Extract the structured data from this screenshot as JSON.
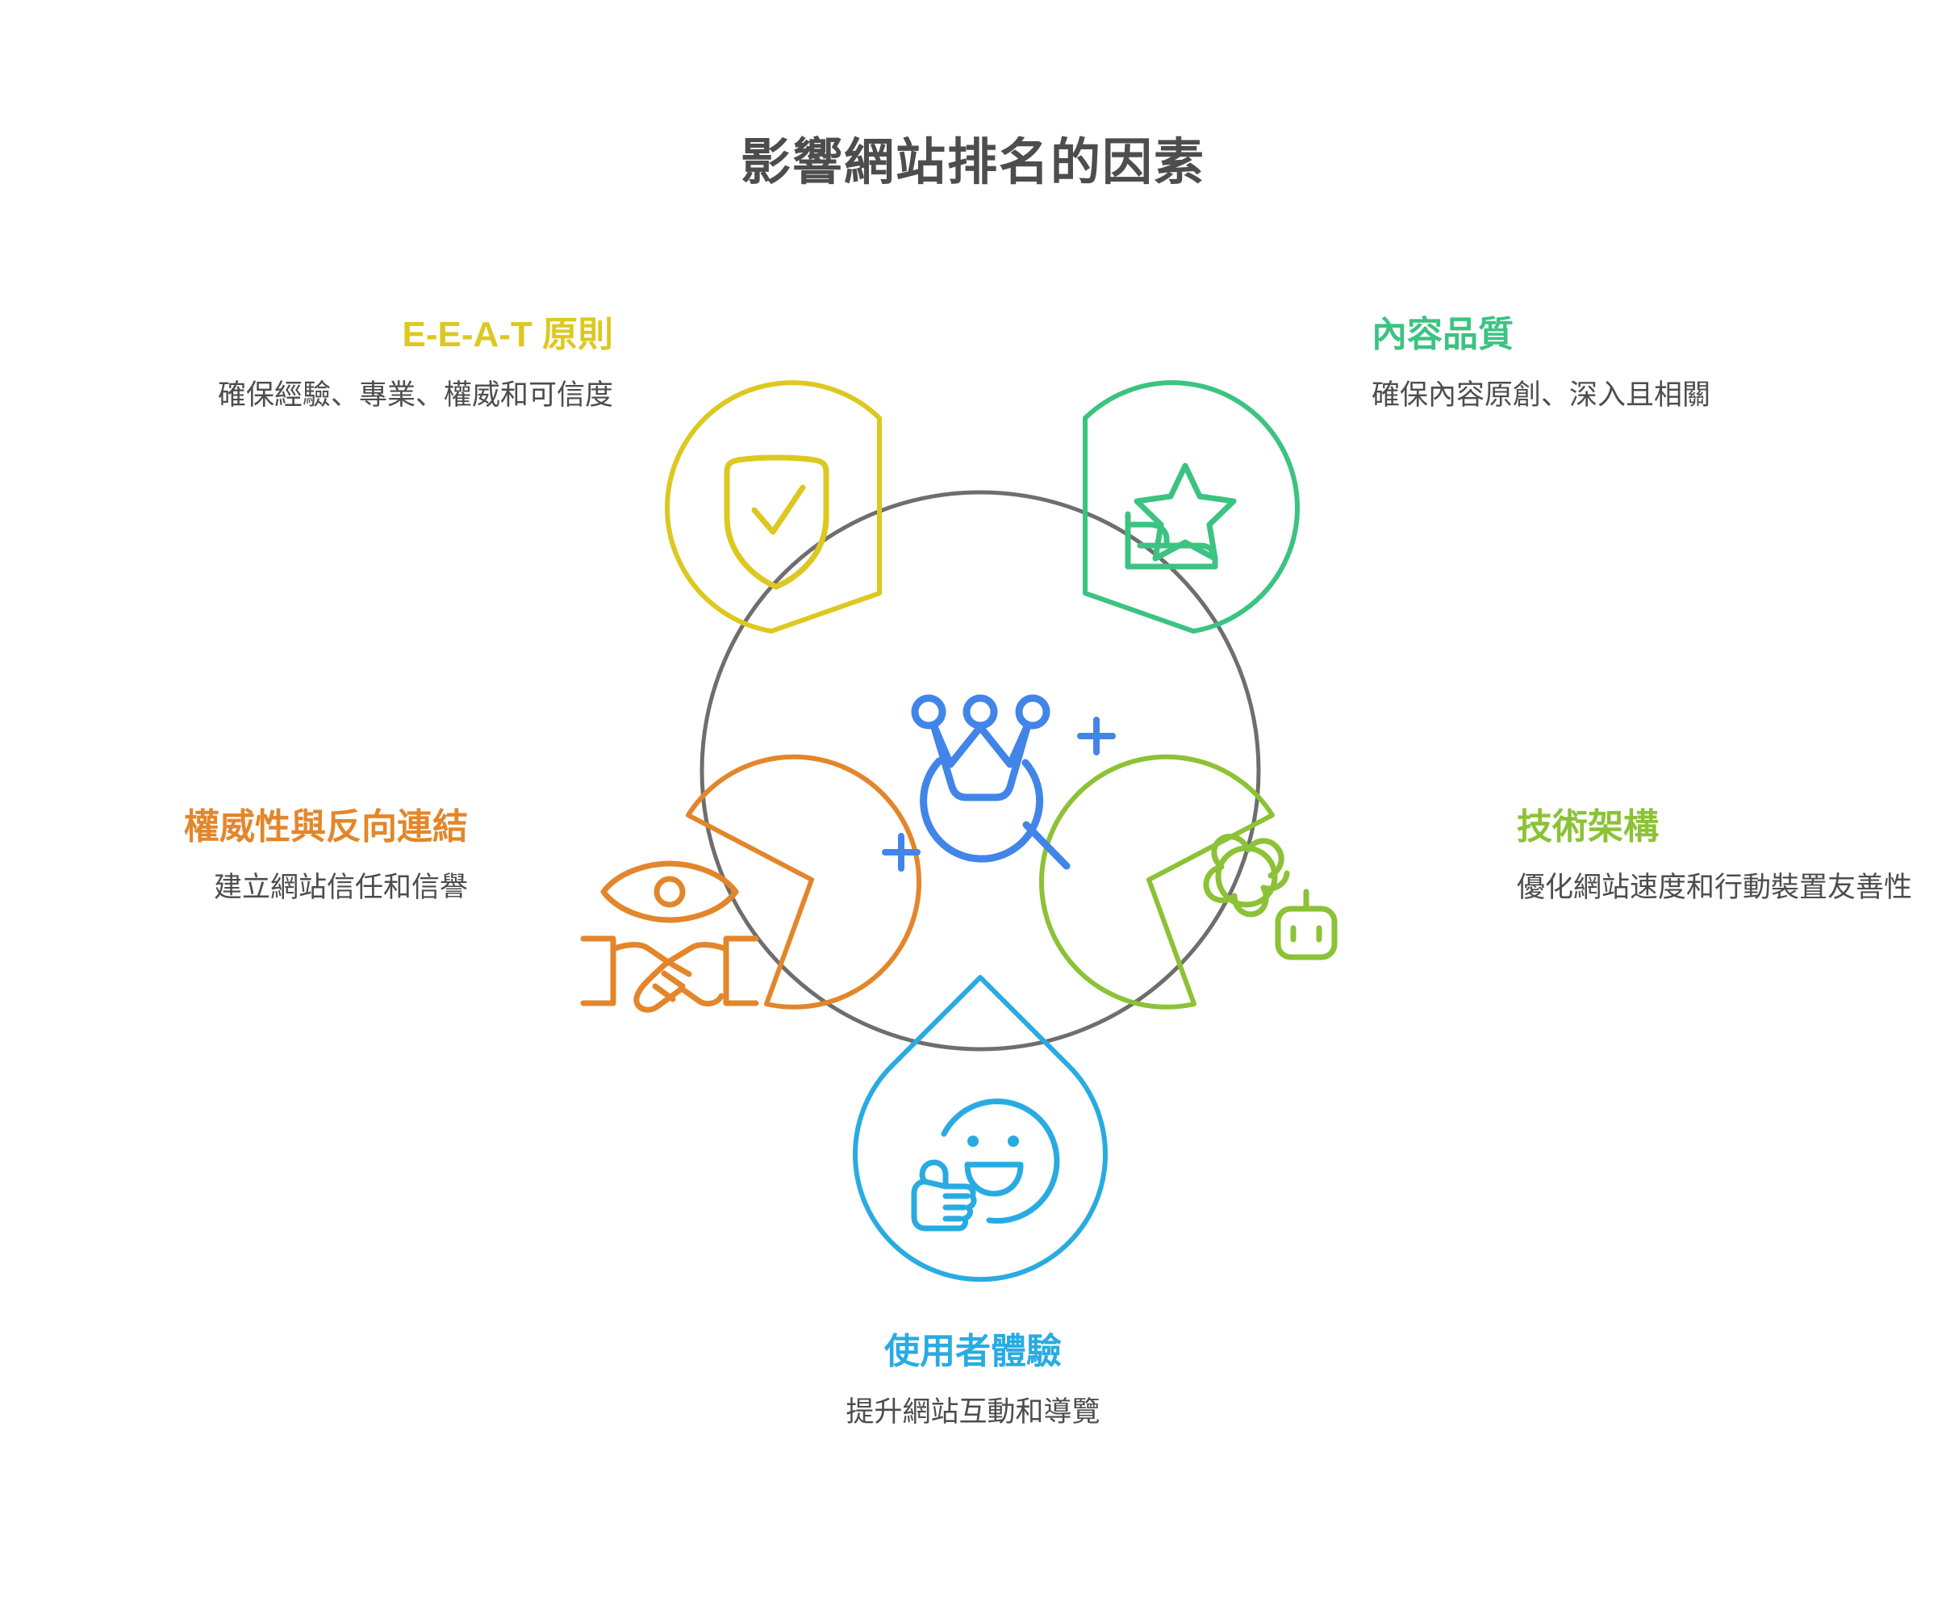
{
  "page": {
    "title": "影響網站排名的因素",
    "background": "#ffffff",
    "title_color": "#4d4d4d",
    "body_text_color": "#4d4d4d",
    "connector_color": "#6e6e6e"
  },
  "center": {
    "icon": "crown-magnifier-icon",
    "color": "#4285e8"
  },
  "nodes": [
    {
      "id": "eeat",
      "heading": "E-E-A-T 原則",
      "description": "確保經驗、專業、權威和可信度",
      "color": "#ddc81f",
      "icon": "shield-check-icon",
      "position": "top-left"
    },
    {
      "id": "content-quality",
      "heading": "內容品質",
      "description": "確保內容原創、深入且相關",
      "color": "#3cc381",
      "icon": "hand-star-icon",
      "position": "top-right"
    },
    {
      "id": "authority-backlinks",
      "heading": "權威性與反向連結",
      "description": "建立網站信任和信譽",
      "color": "#e3862b",
      "icon": "eye-handshake-icon",
      "position": "left"
    },
    {
      "id": "technical-architecture",
      "heading": "技術架構",
      "description": "優化網站速度和行動裝置友善性",
      "color": "#8cc236",
      "icon": "gear-robot-icon",
      "position": "right"
    },
    {
      "id": "user-experience",
      "heading": "使用者體驗",
      "description": "提升網站互動和導覽",
      "color": "#29abe2",
      "icon": "smiley-thumbsup-icon",
      "position": "bottom"
    }
  ]
}
